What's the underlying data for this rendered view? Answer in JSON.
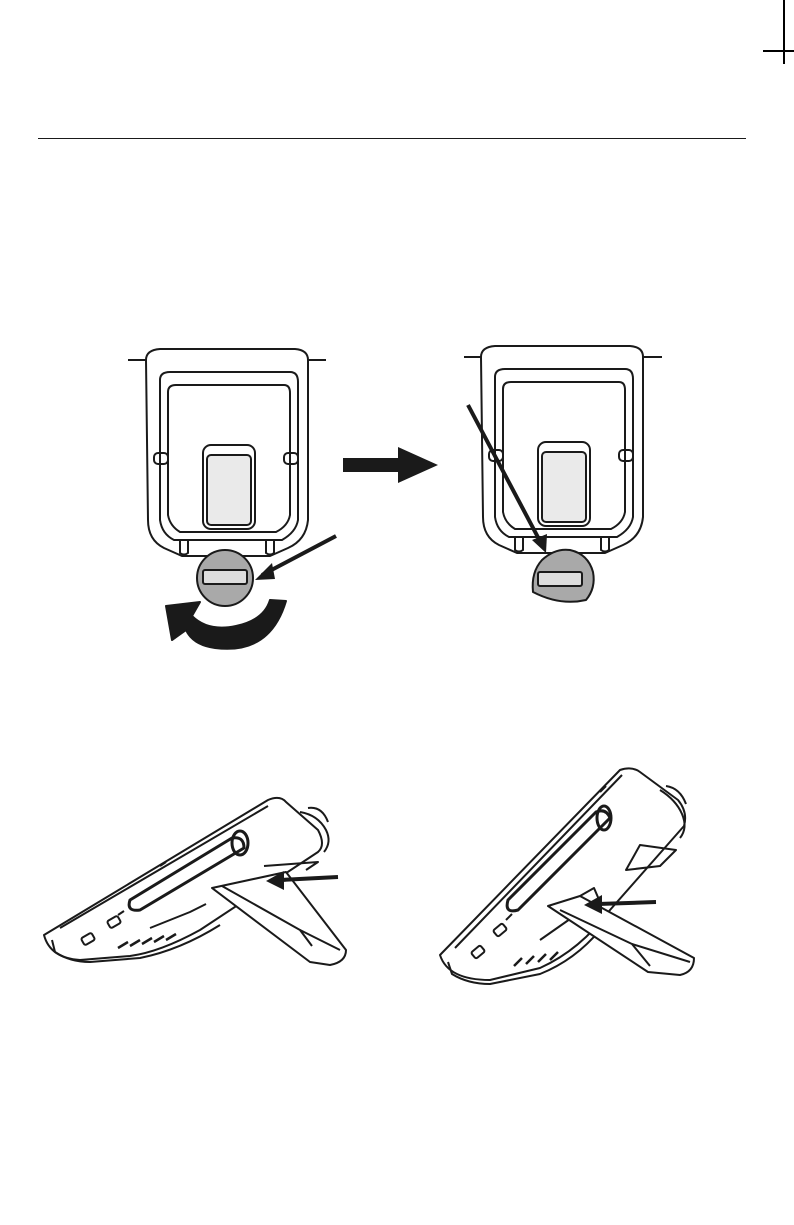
{
  "figures": [
    {
      "name": "stand-unlocked",
      "icon": "rotating-latch-stand-illustration"
    },
    {
      "name": "stand-locked",
      "icon": "locked-latch-stand-illustration"
    },
    {
      "name": "monitor-side-stand-folded",
      "icon": "monitor-side-view-illustration"
    },
    {
      "name": "monitor-side-stand-extended",
      "icon": "monitor-side-view-illustration"
    }
  ],
  "colors": {
    "line": "#1a1a1a",
    "fill": "#ffffff",
    "knob": "#a9a9a9",
    "arrow": "#1a1a1a"
  }
}
